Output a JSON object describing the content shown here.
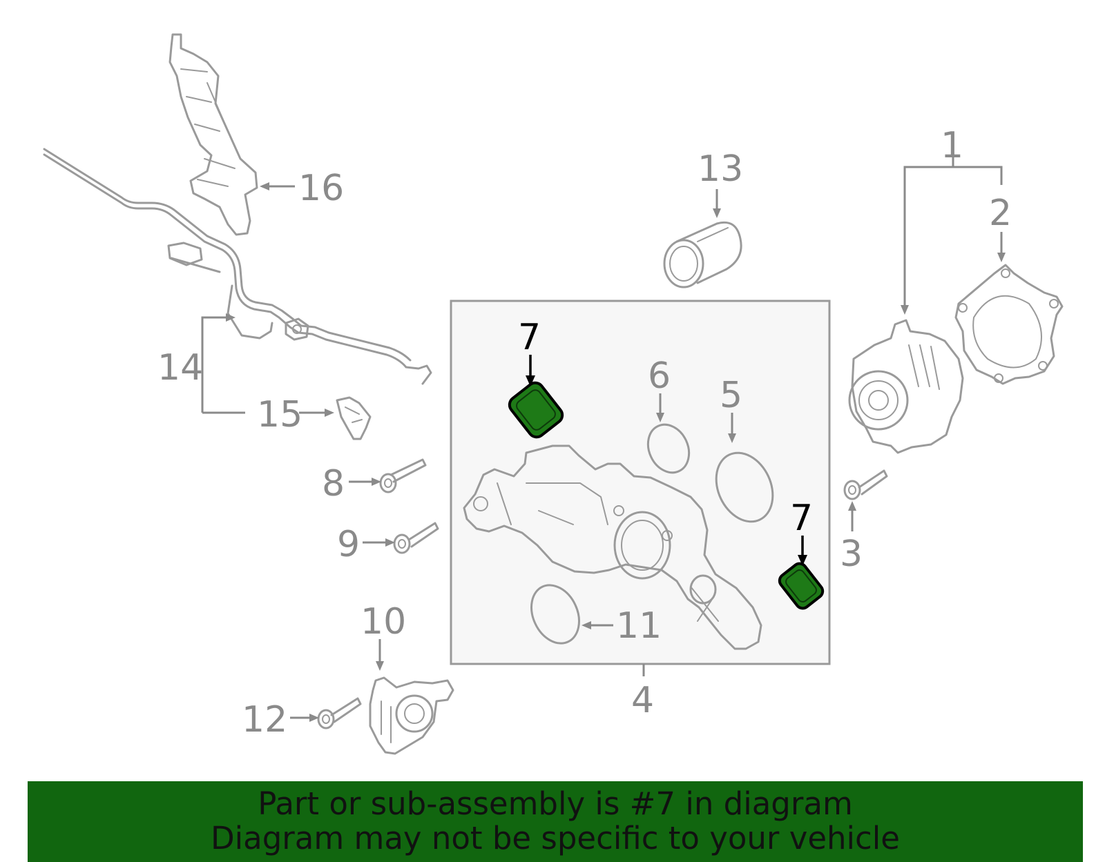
{
  "callouts": {
    "c1": "1",
    "c2": "2",
    "c3": "3",
    "c4": "4",
    "c5": "5",
    "c6": "6",
    "c7a": "7",
    "c7b": "7",
    "c8": "8",
    "c9": "9",
    "c10": "10",
    "c11": "11",
    "c12": "12",
    "c13": "13",
    "c14": "14",
    "c15": "15",
    "c16": "16"
  },
  "banner": {
    "line1": "Part or sub-assembly is #7 in diagram",
    "line2": "Diagram may not be specific to your vehicle",
    "color": "#11660f"
  },
  "colors": {
    "highlight_part": "#1e7a17",
    "line": "#9a9a9a",
    "box_fill": "#f7f7f7"
  }
}
